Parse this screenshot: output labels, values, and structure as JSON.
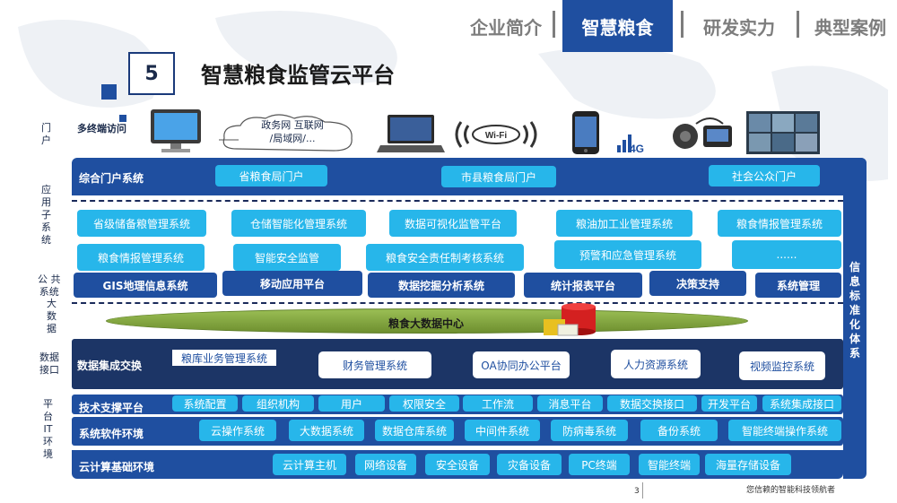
{
  "nav": [
    "企业简介",
    "智慧粮食",
    "研发实力",
    "典型案例"
  ],
  "header": {
    "number": "5",
    "title": "智慧粮食监管云平台"
  },
  "left_labels": {
    "portal": "门\n户",
    "app": "应\n用\n子\n系\n统",
    "public": "公 共\n系统",
    "bigdata": "大\n数\n据",
    "data_iface": "数据\n接口",
    "platform": "平\n台\nIT\n环\n境"
  },
  "terminal": {
    "label": "多终端访问",
    "cloud_text": "政务网 互联网\n/局域网/...",
    "wifi_text": "Wi-Fi",
    "fourg_text": "4G"
  },
  "portal_band": {
    "title": "综合门户系统",
    "items": [
      "省粮食局门户",
      "市县粮食局门户",
      "社会公众门户"
    ]
  },
  "app_rows": [
    [
      "省级储备粮管理系统",
      "仓储智能化管理系统",
      "数据可视化监管平台",
      "粮油加工业管理系统",
      "粮食情报管理系统"
    ],
    [
      "粮食情报管理系统",
      "智能安全监管",
      "粮食安全责任制考核系统",
      "预警和应急管理系统",
      "......"
    ]
  ],
  "public_row": [
    "GIS地理信息系统",
    "移动应用平台",
    "数据挖掘分析系统",
    "统计报表平台",
    "决策支持",
    "系统管理"
  ],
  "bigdata_center": "粮食大数据中心",
  "integration": {
    "title": "数据集成交换",
    "items": [
      "粮库业务管理系统",
      "财务管理系统",
      "OA协同办公平台",
      "人力资源系统",
      "视频监控系统"
    ]
  },
  "tech": {
    "title": "技术支撑平台",
    "items": [
      "系统配置",
      "组织机构",
      "用户",
      "权限安全",
      "工作流",
      "消息平台",
      "数据交换接口",
      "开发平台",
      "系统集成接口"
    ]
  },
  "software": {
    "title": "系统软件环境",
    "items": [
      "云操作系统",
      "大数据系统",
      "数据仓库系统",
      "中间件系统",
      "防病毒系统",
      "备份系统",
      "智能终端操作系统"
    ]
  },
  "infra": {
    "title": "云计算基础环境",
    "items": [
      "云计算主机",
      "网络设备",
      "安全设备",
      "灾备设备",
      "PC终端",
      "智能终端",
      "海量存储设备"
    ]
  },
  "side_label": "信息标准化体系",
  "footer": {
    "page": "3",
    "slogan": "您信赖的智能科技领航者"
  },
  "colors": {
    "nav_active": "#1f4fa0",
    "band": "#1f4fa0",
    "cyan": "#27b6ea",
    "integration": "#1c3566",
    "bigdata": "#7a9a3a"
  }
}
